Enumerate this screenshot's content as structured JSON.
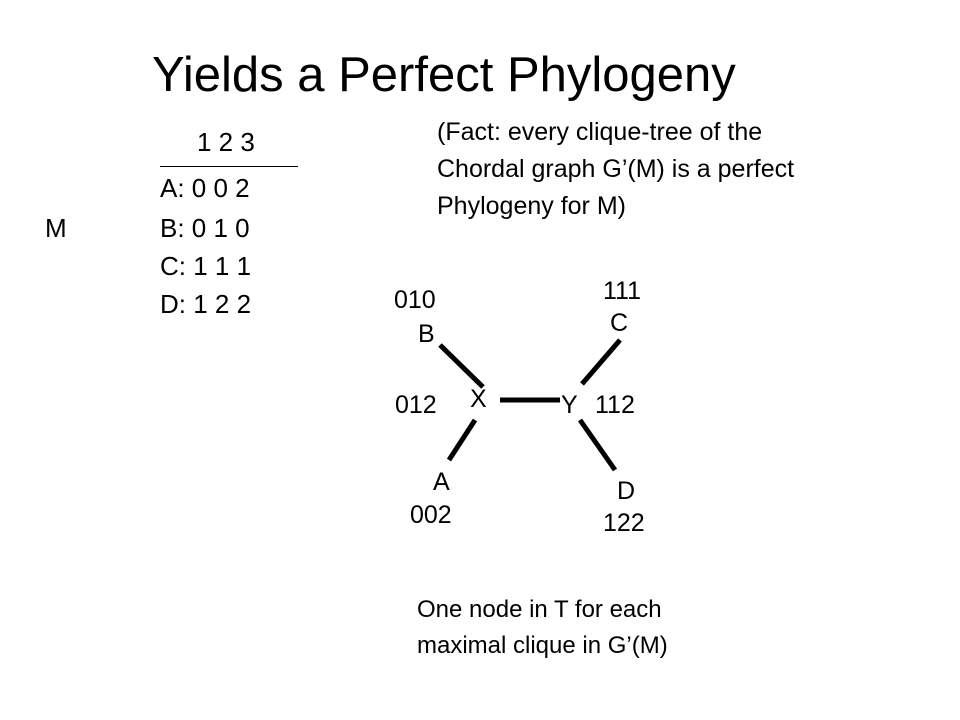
{
  "title": "Yields a Perfect Phylogeny",
  "matrix": {
    "name": "M",
    "header": "1 2 3",
    "rows": [
      "A: 0 0 2",
      "B: 0 1 0",
      "C: 1 1 1",
      "D: 1 2 2"
    ]
  },
  "fact": [
    "(Fact: every clique-tree of the",
    "Chordal graph G’(M) is a perfect",
    "Phylogeny for M)"
  ],
  "tree": {
    "nodes": {
      "B": {
        "name": "B",
        "code": "010"
      },
      "C": {
        "name": "C",
        "code": "111"
      },
      "X": {
        "name": "X",
        "code": "012"
      },
      "Y": {
        "name": "Y",
        "code": "112"
      },
      "A": {
        "name": "A",
        "code": "002"
      },
      "D": {
        "name": "D",
        "code": "122"
      }
    }
  },
  "caption": [
    "One node in T for each",
    "maximal clique in G’(M)"
  ]
}
